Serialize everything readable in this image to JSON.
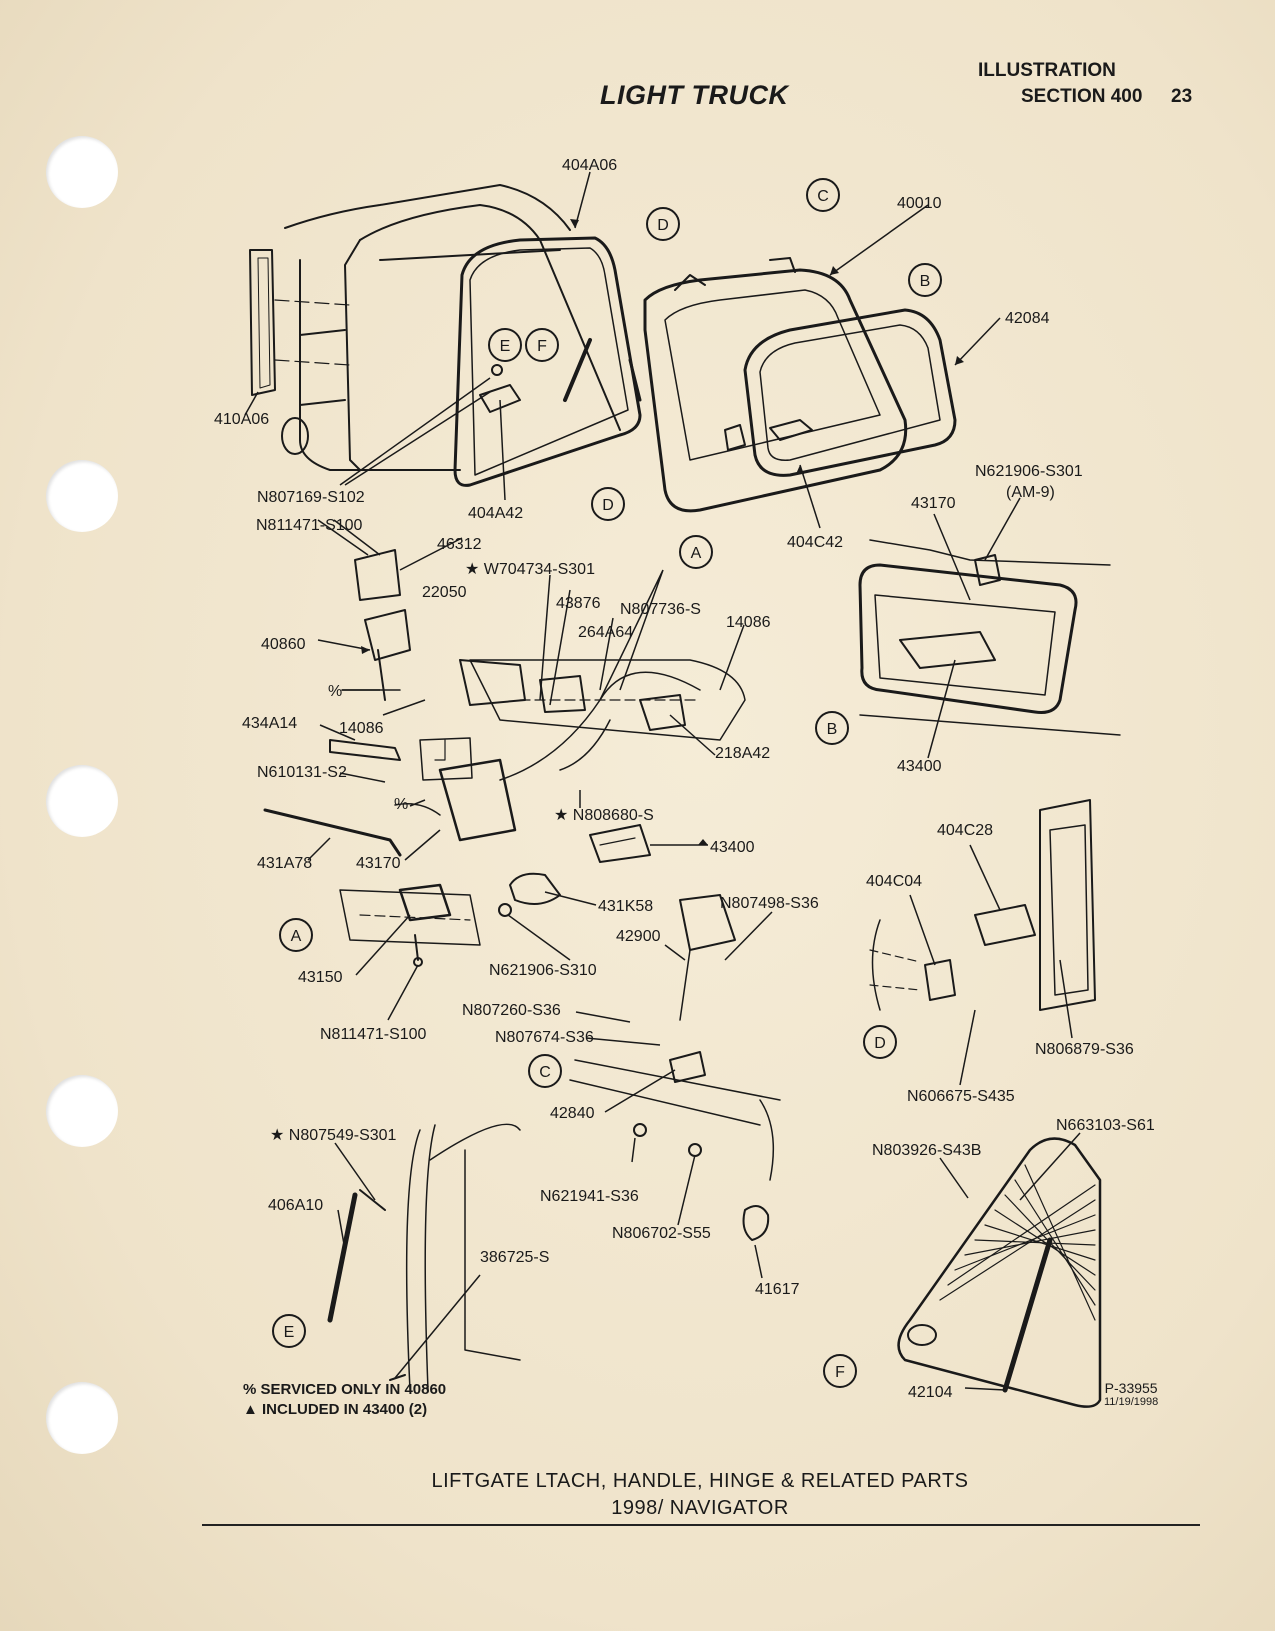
{
  "header": {
    "title": "LIGHT TRUCK",
    "illustration": "ILLUSTRATION",
    "section": "SECTION 400",
    "page_number": "23"
  },
  "labels": [
    {
      "id": "404A06",
      "text": "404A06"
    },
    {
      "id": "40010",
      "text": "40010"
    },
    {
      "id": "42084",
      "text": "42084"
    },
    {
      "id": "410A06",
      "text": "410A06"
    },
    {
      "id": "N807169-S102",
      "text": "N807169-S102"
    },
    {
      "id": "404A42",
      "text": "404A42"
    },
    {
      "id": "404C42",
      "text": "404C42"
    },
    {
      "id": "N811471-S100-a",
      "text": "N811471-S100"
    },
    {
      "id": "46312",
      "text": "46312"
    },
    {
      "id": "W704734-S301",
      "text": "★ W704734-S301"
    },
    {
      "id": "22050",
      "text": "22050"
    },
    {
      "id": "43876",
      "text": "43876"
    },
    {
      "id": "N807736-S",
      "text": "N807736-S"
    },
    {
      "id": "264A64",
      "text": "264A64"
    },
    {
      "id": "14086-a",
      "text": "14086"
    },
    {
      "id": "40860",
      "text": "40860"
    },
    {
      "id": "pct-a",
      "text": "%"
    },
    {
      "id": "14086-b",
      "text": "14086"
    },
    {
      "id": "434A14",
      "text": "434A14"
    },
    {
      "id": "N610131-S2",
      "text": "N610131-S2"
    },
    {
      "id": "pct-b",
      "text": "%"
    },
    {
      "id": "218A42",
      "text": "218A42"
    },
    {
      "id": "N808680-S",
      "text": "★ N808680-S"
    },
    {
      "id": "431A78",
      "text": "431A78"
    },
    {
      "id": "43170-a",
      "text": "43170"
    },
    {
      "id": "43400-a",
      "text": "43400"
    },
    {
      "id": "431K58",
      "text": "431K58"
    },
    {
      "id": "43150",
      "text": "43150"
    },
    {
      "id": "N621906-S310",
      "text": "N621906-S310"
    },
    {
      "id": "N811471-S100-b",
      "text": "N811471-S100"
    },
    {
      "id": "N621906-S301",
      "text": "N621906-S301"
    },
    {
      "id": "AM-9",
      "text": "(AM-9)"
    },
    {
      "id": "43170-b",
      "text": "43170"
    },
    {
      "id": "43400-b",
      "text": "43400"
    },
    {
      "id": "404C28",
      "text": "404C28"
    },
    {
      "id": "404C04",
      "text": "404C04"
    },
    {
      "id": "N807498-S36",
      "text": "N807498-S36"
    },
    {
      "id": "42900",
      "text": "42900"
    },
    {
      "id": "N807260-S36",
      "text": "N807260-S36"
    },
    {
      "id": "N807674-S36",
      "text": "N807674-S36"
    },
    {
      "id": "42840",
      "text": "42840"
    },
    {
      "id": "N806879-S36",
      "text": "N806879-S36"
    },
    {
      "id": "N606675-S435",
      "text": "N606675-S435"
    },
    {
      "id": "N621941-S36",
      "text": "N621941-S36"
    },
    {
      "id": "N806702-S55",
      "text": "N806702-S55"
    },
    {
      "id": "41617",
      "text": "41617"
    },
    {
      "id": "N807549-S301",
      "text": "★ N807549-S301"
    },
    {
      "id": "406A10",
      "text": "406A10"
    },
    {
      "id": "386725-S",
      "text": "386725-S"
    },
    {
      "id": "N663103-S61",
      "text": "N663103-S61"
    },
    {
      "id": "N803926-S43B",
      "text": "N803926-S43B"
    },
    {
      "id": "42104",
      "text": "42104"
    }
  ],
  "callouts": [
    {
      "id": "C-top",
      "text": "C"
    },
    {
      "id": "D-top",
      "text": "D"
    },
    {
      "id": "B-top",
      "text": "B"
    },
    {
      "id": "E-top",
      "text": "E"
    },
    {
      "id": "F-top",
      "text": "F"
    },
    {
      "id": "D-left",
      "text": "D"
    },
    {
      "id": "A-top",
      "text": "A"
    },
    {
      "id": "B-detail",
      "text": "B"
    },
    {
      "id": "A-detail",
      "text": "A"
    },
    {
      "id": "C-detail",
      "text": "C"
    },
    {
      "id": "D-detail",
      "text": "D"
    },
    {
      "id": "E-detail",
      "text": "E"
    },
    {
      "id": "F-detail",
      "text": "F"
    }
  ],
  "notes": {
    "serviced": "% SERVICED ONLY IN 40860",
    "included": "▲ INCLUDED IN 43400 (2)"
  },
  "reference": {
    "number": "P-33955",
    "date": "11/19/1998"
  },
  "caption": {
    "line1": "LIFTGATE LTACH, HANDLE, HINGE & RELATED PARTS",
    "line2": "1998/ NAVIGATOR"
  }
}
